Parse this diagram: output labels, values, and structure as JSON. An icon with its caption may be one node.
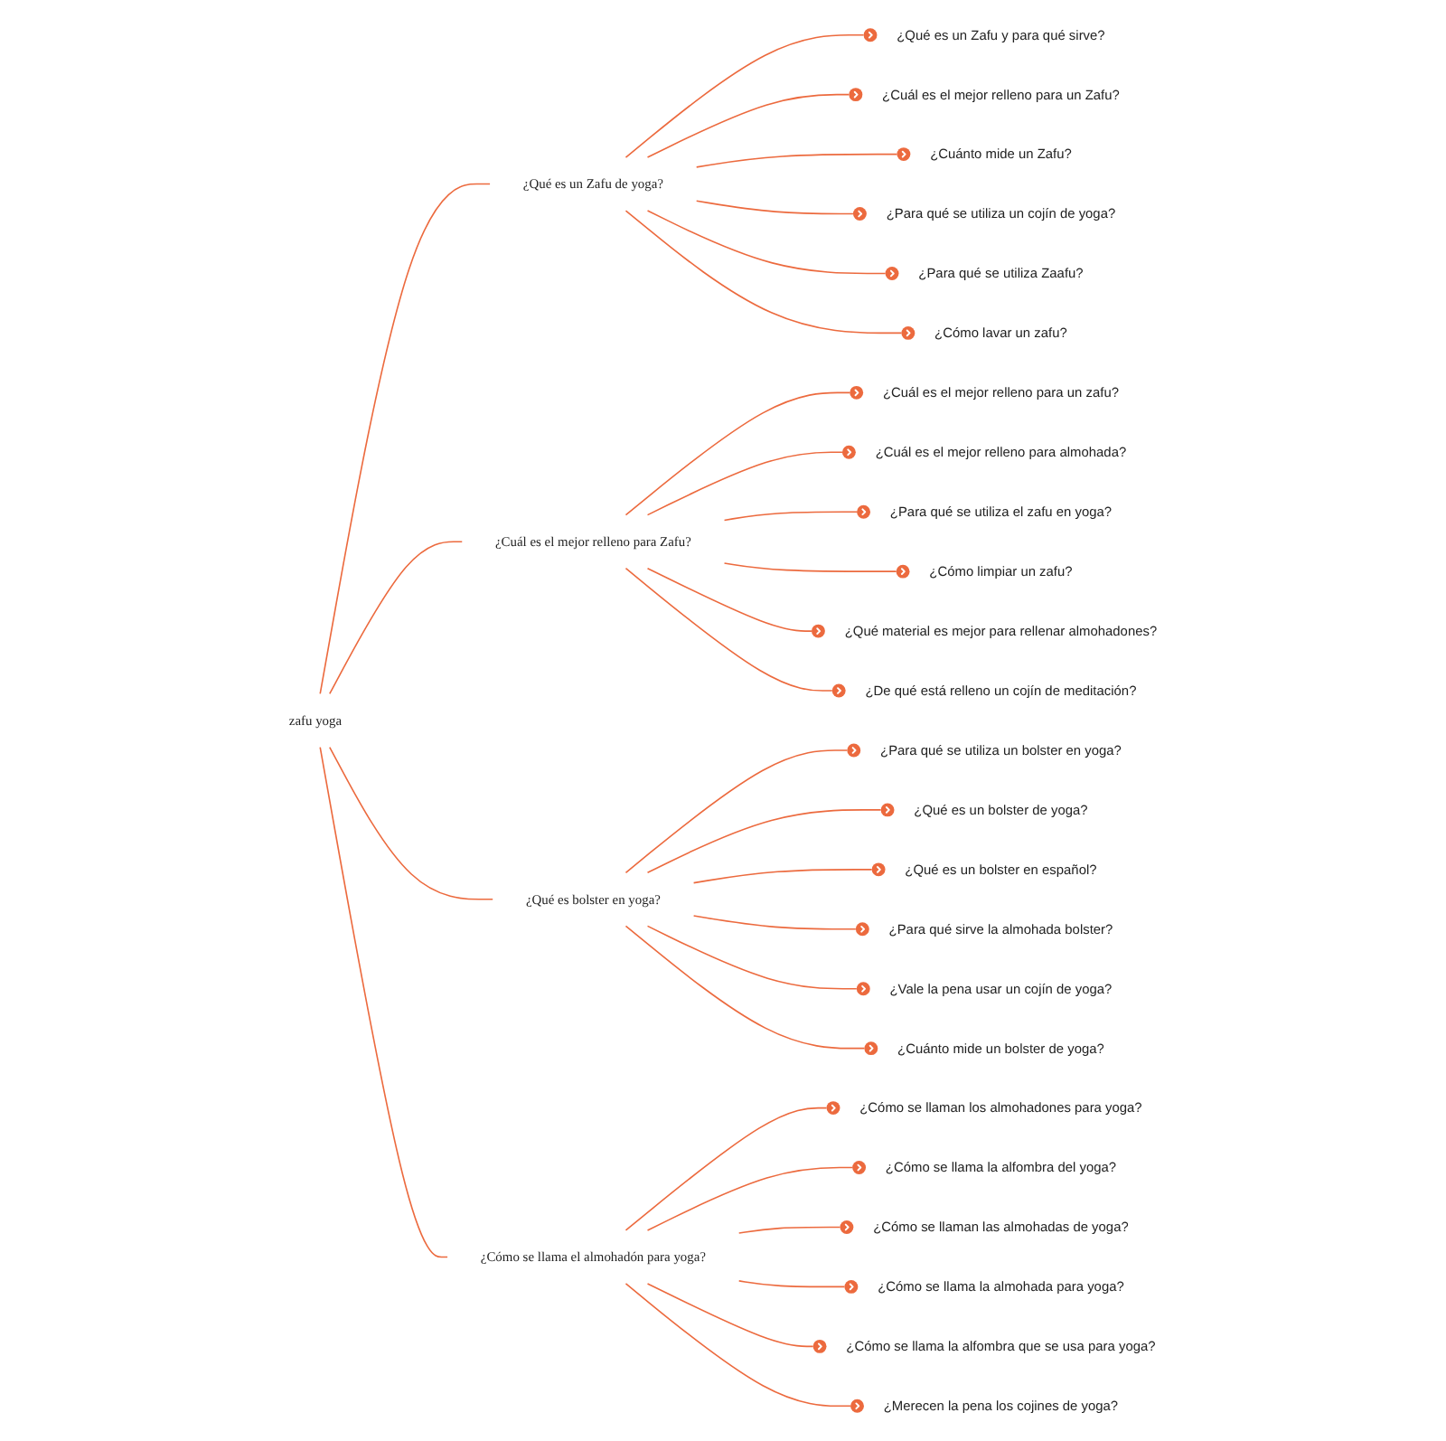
{
  "diagram": {
    "nodes": [
      {
        "text": [
          "zafu yoga"
        ]
      },
      {
        "text": [
          "¿Qué es un Zafu de yoga?"
        ]
      },
      {
        "text": [
          "¿Qué es un Zafu y para qué sirve?"
        ]
      },
      {
        "text": [
          "¿Cuál es el mejor relleno para un Zafu?"
        ]
      },
      {
        "text": [
          "¿Cuánto mide un Zafu?"
        ]
      },
      {
        "text": [
          "¿Para qué se utiliza un cojín de yoga?"
        ]
      },
      {
        "text": [
          "¿Para qué se utiliza Zaafu?"
        ]
      },
      {
        "text": [
          "¿Cómo lavar un zafu?"
        ]
      },
      {
        "text": [
          "¿Cuál es el mejor relleno para Zafu?"
        ]
      },
      {
        "text": [
          "¿Cuál es el mejor relleno para un zafu?"
        ]
      },
      {
        "text": [
          "¿Cuál es el mejor relleno para almohada?"
        ]
      },
      {
        "text": [
          "¿Para qué se utiliza el zafu en yoga?"
        ]
      },
      {
        "text": [
          "¿Cómo limpiar un zafu?"
        ]
      },
      {
        "text": [
          "¿Qué material es mejor para rellenar almohadones?"
        ]
      },
      {
        "text": [
          "¿De qué está relleno un cojín de meditación?"
        ]
      },
      {
        "text": [
          "¿Qué es bolster en yoga?"
        ]
      },
      {
        "text": [
          "¿Para qué se utiliza un bolster en yoga?"
        ]
      },
      {
        "text": [
          "¿Qué es un bolster de yoga?"
        ]
      },
      {
        "text": [
          "¿Qué es un bolster en español?"
        ]
      },
      {
        "text": [
          "¿Para qué sirve la almohada bolster?"
        ]
      },
      {
        "text": [
          "¿Vale la pena usar un cojín de yoga?"
        ]
      },
      {
        "text": [
          "¿Cuánto mide un bolster de yoga?"
        ]
      },
      {
        "text": [
          "¿Cómo se llama el almohadón para yoga?"
        ]
      },
      {
        "text": [
          "¿Cómo se llaman los almohadones para yoga?"
        ]
      },
      {
        "text": [
          "¿Cómo se llama la alfombra del yoga?"
        ]
      },
      {
        "text": [
          "¿Cómo se llaman las almohadas de yoga?"
        ]
      },
      {
        "text": [
          "¿Cómo se llama la almohada para yoga?"
        ]
      },
      {
        "text": [
          "¿Cómo se llama la alfombra que se usa para yoga?"
        ]
      },
      {
        "text": [
          "¿Merecen la pena los cojines de yoga?"
        ]
      }
    ],
    "edges": [
      {
        "from": 0,
        "to": 1,
        "arrow": "none"
      },
      {
        "from": 0,
        "to": 8,
        "arrow": "none"
      },
      {
        "from": 0,
        "to": 15,
        "arrow": "none"
      },
      {
        "from": 0,
        "to": 22,
        "arrow": "none"
      },
      {
        "from": 1,
        "to": 2,
        "arrow": "none"
      },
      {
        "from": 1,
        "to": 3,
        "arrow": "none"
      },
      {
        "from": 1,
        "to": 4,
        "arrow": "none"
      },
      {
        "from": 1,
        "to": 5,
        "arrow": "none"
      },
      {
        "from": 1,
        "to": 6,
        "arrow": "none"
      },
      {
        "from": 1,
        "to": 7,
        "arrow": "none"
      },
      {
        "from": 8,
        "to": 9,
        "arrow": "none"
      },
      {
        "from": 8,
        "to": 10,
        "arrow": "none"
      },
      {
        "from": 8,
        "to": 11,
        "arrow": "none"
      },
      {
        "from": 8,
        "to": 12,
        "arrow": "none"
      },
      {
        "from": 8,
        "to": 13,
        "arrow": "none"
      },
      {
        "from": 8,
        "to": 14,
        "arrow": "none"
      },
      {
        "from": 15,
        "to": 16,
        "arrow": "none"
      },
      {
        "from": 15,
        "to": 17,
        "arrow": "none"
      },
      {
        "from": 15,
        "to": 18,
        "arrow": "none"
      },
      {
        "from": 15,
        "to": 19,
        "arrow": "none"
      },
      {
        "from": 15,
        "to": 20,
        "arrow": "none"
      },
      {
        "from": 15,
        "to": 21,
        "arrow": "none"
      },
      {
        "from": 22,
        "to": 23,
        "arrow": "none"
      },
      {
        "from": 22,
        "to": 24,
        "arrow": "none"
      },
      {
        "from": 22,
        "to": 25,
        "arrow": "none"
      },
      {
        "from": 22,
        "to": 26,
        "arrow": "none"
      },
      {
        "from": 22,
        "to": 27,
        "arrow": "none"
      },
      {
        "from": 22,
        "to": 28,
        "arrow": "none"
      }
    ]
  }
}
